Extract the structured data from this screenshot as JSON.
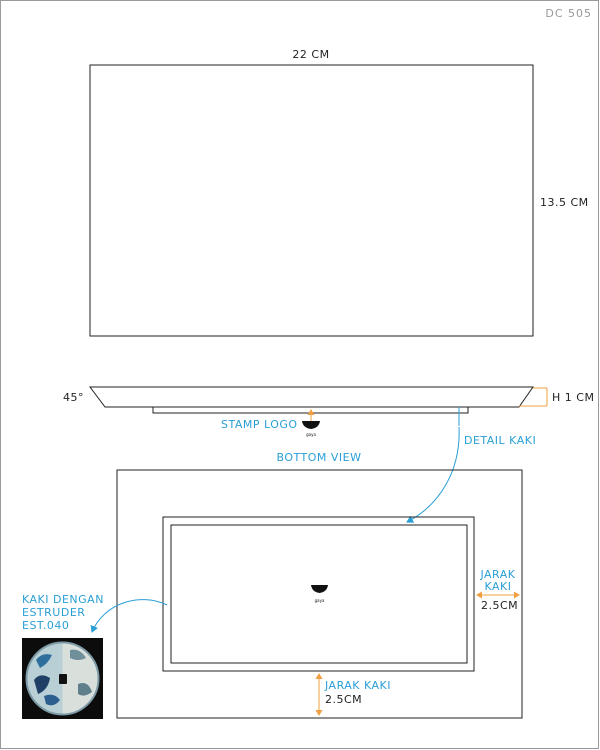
{
  "sheet": {
    "code": "DC 505"
  },
  "top_view": {
    "width_label": "22 CM",
    "height_label": "13.5 CM"
  },
  "side_view": {
    "angle_label": "45°",
    "height_label": "H 1 CM",
    "stamp_label": "STAMP LOGO",
    "detail_label": "DETAIL KAKI",
    "logo_text": "gaya"
  },
  "bottom_view": {
    "title": "BOTTOM VIEW",
    "logo_text": "gaya",
    "side_gap_label_line1": "JARAK",
    "side_gap_label_line2": "KAKI",
    "side_gap_value": "2.5CM",
    "bottom_gap_label": "JARAK KAKI",
    "bottom_gap_value": "2.5CM"
  },
  "kaki_detail": {
    "line1": "KAKI DENGAN",
    "line2": "ESTRUDER",
    "line3": "EST.040"
  },
  "colors": {
    "line": "#222222",
    "annotation": "#2a9fd6",
    "dimension": "#f0a040"
  }
}
